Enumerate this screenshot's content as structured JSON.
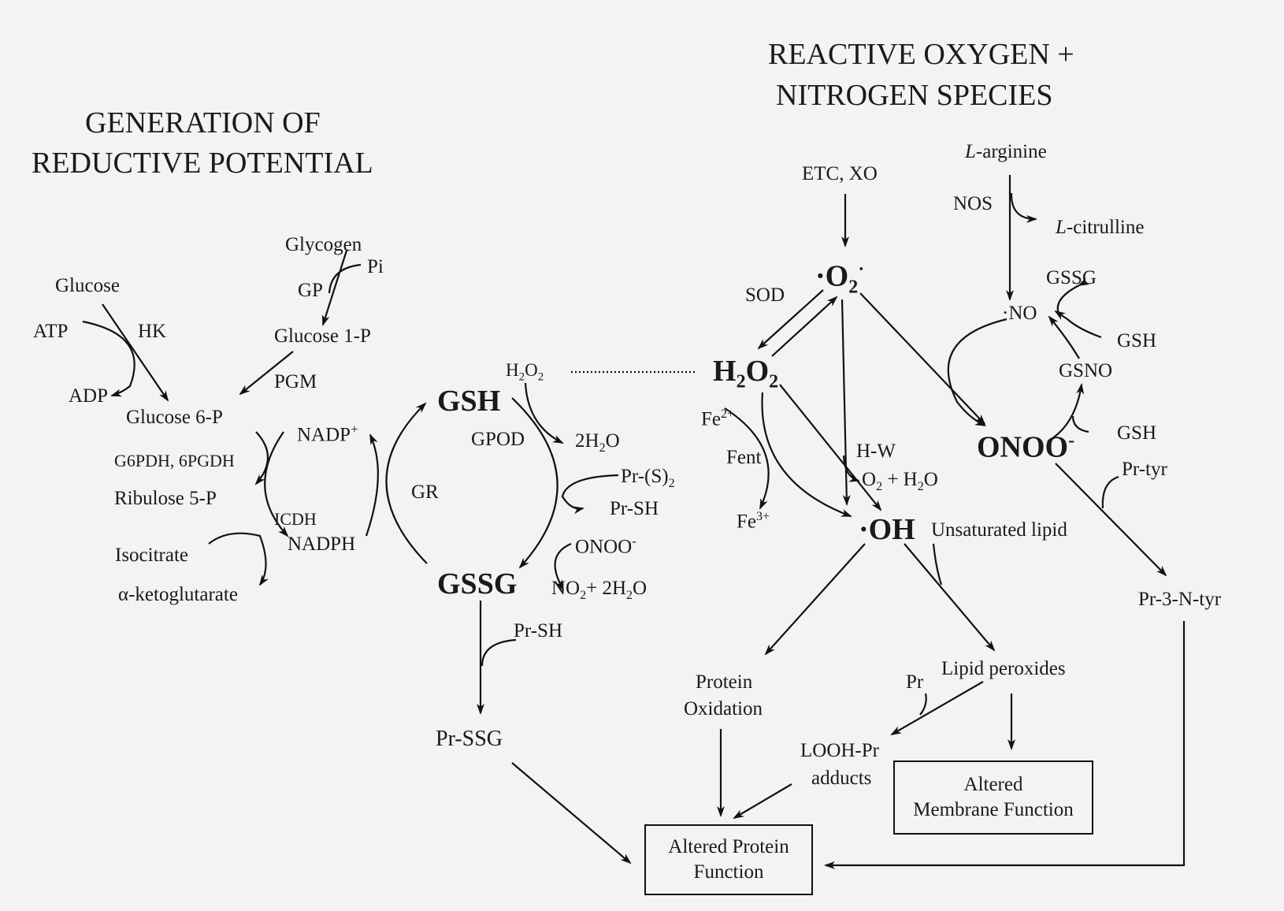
{
  "headers": {
    "left_line1": "GENERATION OF",
    "left_line2": "REDUCTIVE POTENTIAL",
    "right_line1": "REACTIVE OXYGEN +",
    "right_line2": "NITROGEN SPECIES"
  },
  "left": {
    "glycogen": "Glycogen",
    "pi": "Pi",
    "gp": "GP",
    "glucose": "Glucose",
    "atp": "ATP",
    "hk": "HK",
    "adp": "ADP",
    "glucose1p": "Glucose 1-P",
    "pgm": "PGM",
    "glucose6p": "Glucose 6-P",
    "nadp": "NADP",
    "nadp_sup": "+",
    "g6pdh": "G6PDH, 6PGDH",
    "ribulose": "Ribulose 5-P",
    "icdh": "ICDH",
    "isocitrate": "Isocitrate",
    "nadph": "NADPH",
    "aketo": "α-ketoglutarate"
  },
  "gsh": {
    "h2o2_h": "H",
    "h2o2_sub": "2",
    "h2o2_o": "O",
    "h2o2_sub2": "2",
    "gsh": "GSH",
    "gpod": "GPOD",
    "two_h2o_a": "2H",
    "two_h2o_sub": "2",
    "two_h2o_b": "O",
    "gr": "GR",
    "prs2_a": "Pr-(S)",
    "prs2_sub": "2",
    "prsh1": "Pr-SH",
    "onoo": "ONOO",
    "onoo_sup": "-",
    "gssg": "GSSG",
    "no2_a": "NO",
    "no2_sub": "2",
    "no2_b": "+ 2H",
    "no2_sub2": "2",
    "no2_c": "O",
    "prsh2": "Pr-SH",
    "prssg": "Pr-SSG"
  },
  "ros": {
    "etc": "ETC, XO",
    "o2_a": "·O",
    "o2_sub": "2",
    "o2_sup": "·",
    "sod": "SOD",
    "h2o2_a": "H",
    "h2o2_sub": "2",
    "h2o2_b": "O",
    "h2o2_sub2": "2",
    "fe2": "Fe",
    "fe2_sup": "2+",
    "fent": "Fent",
    "fe3": "Fe",
    "fe3_sup": "3+",
    "hw": "H-W",
    "o2h2o_a": "O",
    "o2h2o_sub": "2",
    "o2h2o_b": " + H",
    "o2h2o_sub2": "2",
    "o2h2o_c": "O",
    "oh": "·OH",
    "unsat": "Unsaturated lipid",
    "protein_ox1": "Protein",
    "protein_ox2": "Oxidation",
    "lipid_perox": "Lipid peroxides",
    "pr": "Pr",
    "looh1": "LOOH-Pr",
    "looh2": "adducts",
    "amf1": "Altered",
    "amf2": "Membrane Function",
    "apf1": "Altered Protein",
    "apf2": "Function"
  },
  "rns": {
    "larg_i": "L",
    "larg": "-arginine",
    "nos": "NOS",
    "lcit_i": "L",
    "lcit": "-citrulline",
    "gssg": "GSSG",
    "no": "·NO",
    "gsh1": "GSH",
    "gsno": "GSNO",
    "gsh2": "GSH",
    "onoo": "ONOO",
    "onoo_sup": "-",
    "prtyr": "Pr-tyr",
    "pr3ntyr": "Pr-3-N-tyr"
  }
}
